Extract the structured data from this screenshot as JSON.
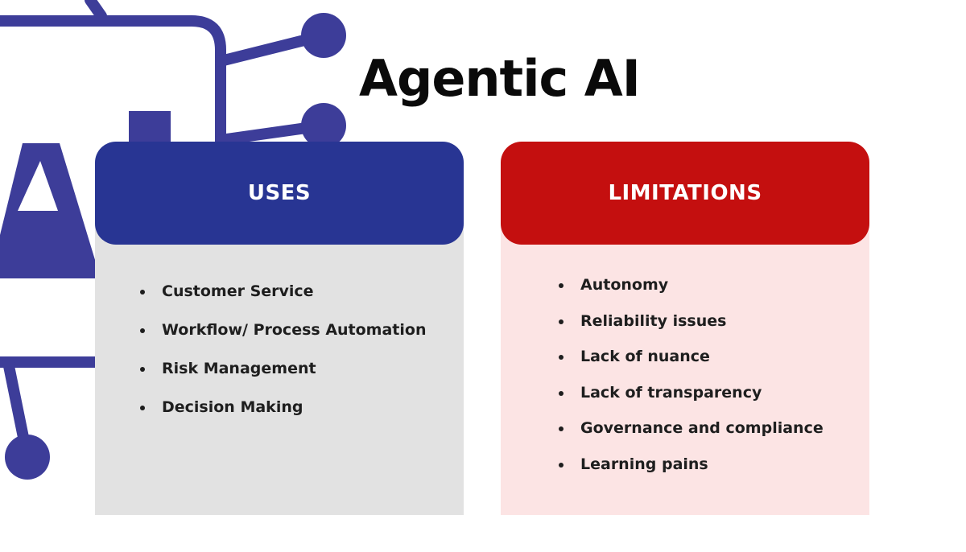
{
  "title": "Agentic AI",
  "colors": {
    "uses_header": "#283593",
    "uses_body": "#e2e2e2",
    "limitations_header": "#c40f0f",
    "limitations_body": "#fce4e4",
    "background_graphic": "#3d3d99",
    "text": "#1e1e1e"
  },
  "background_icon": "ai-circuit-icon",
  "uses": {
    "header": "USES",
    "items": [
      "Customer Service",
      "Workflow/ Process Automation",
      "Risk Management",
      "Decision Making"
    ]
  },
  "limitations": {
    "header": "LIMITATIONS",
    "items": [
      "Autonomy",
      "Reliability issues",
      "Lack of nuance",
      "Lack of transparency",
      "Governance and compliance",
      "Learning pains"
    ]
  }
}
